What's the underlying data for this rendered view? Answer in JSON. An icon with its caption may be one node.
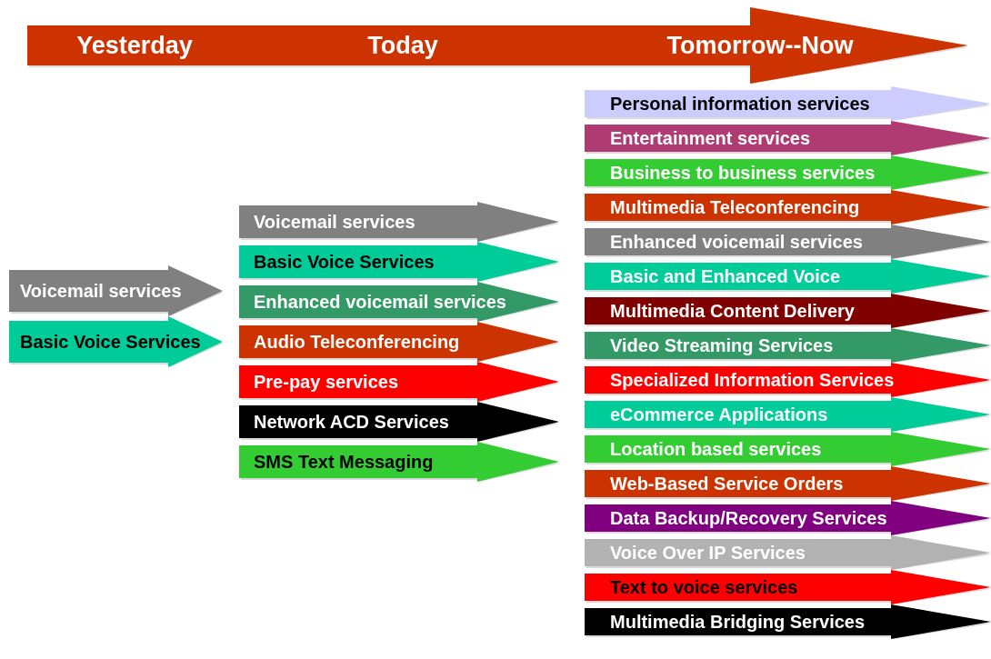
{
  "diagram": {
    "nodes": [
      {
        "text": [
          "Yesterday",
          "Today",
          "Tomorrow--Now"
        ]
      },
      {
        "text": [
          "Voicemail services"
        ]
      },
      {
        "text": [
          "Basic Voice Services"
        ]
      },
      {
        "text": [
          "Voicemail services"
        ]
      },
      {
        "text": [
          "Basic Voice Services"
        ]
      },
      {
        "text": [
          "Enhanced voicemail services"
        ]
      },
      {
        "text": [
          "Audio Teleconferencing"
        ]
      },
      {
        "text": [
          "Pre-pay services"
        ]
      },
      {
        "text": [
          "Network ACD Services"
        ]
      },
      {
        "text": [
          "SMS Text Messaging"
        ]
      },
      {
        "text": [
          "Personal information services"
        ]
      },
      {
        "text": [
          "Entertainment services"
        ]
      },
      {
        "text": [
          "Business to business services"
        ]
      },
      {
        "text": [
          "Multimedia Teleconferencing"
        ]
      },
      {
        "text": [
          "Enhanced voicemail services"
        ]
      },
      {
        "text": [
          "Basic and Enhanced Voice"
        ]
      },
      {
        "text": [
          "Multimedia Content Delivery"
        ]
      },
      {
        "text": [
          "Video Streaming Services"
        ]
      },
      {
        "text": [
          "Specialized Information Services"
        ]
      },
      {
        "text": [
          "eCommerce Applications"
        ]
      },
      {
        "text": [
          "Location based services"
        ]
      },
      {
        "text": [
          "Web-Based Service Orders"
        ]
      },
      {
        "text": [
          "Data Backup/Recovery Services"
        ]
      },
      {
        "text": [
          "Voice Over IP Services"
        ]
      },
      {
        "text": [
          "Text to voice services"
        ]
      },
      {
        "text": [
          "Multimedia Bridging Services"
        ]
      }
    ]
  }
}
